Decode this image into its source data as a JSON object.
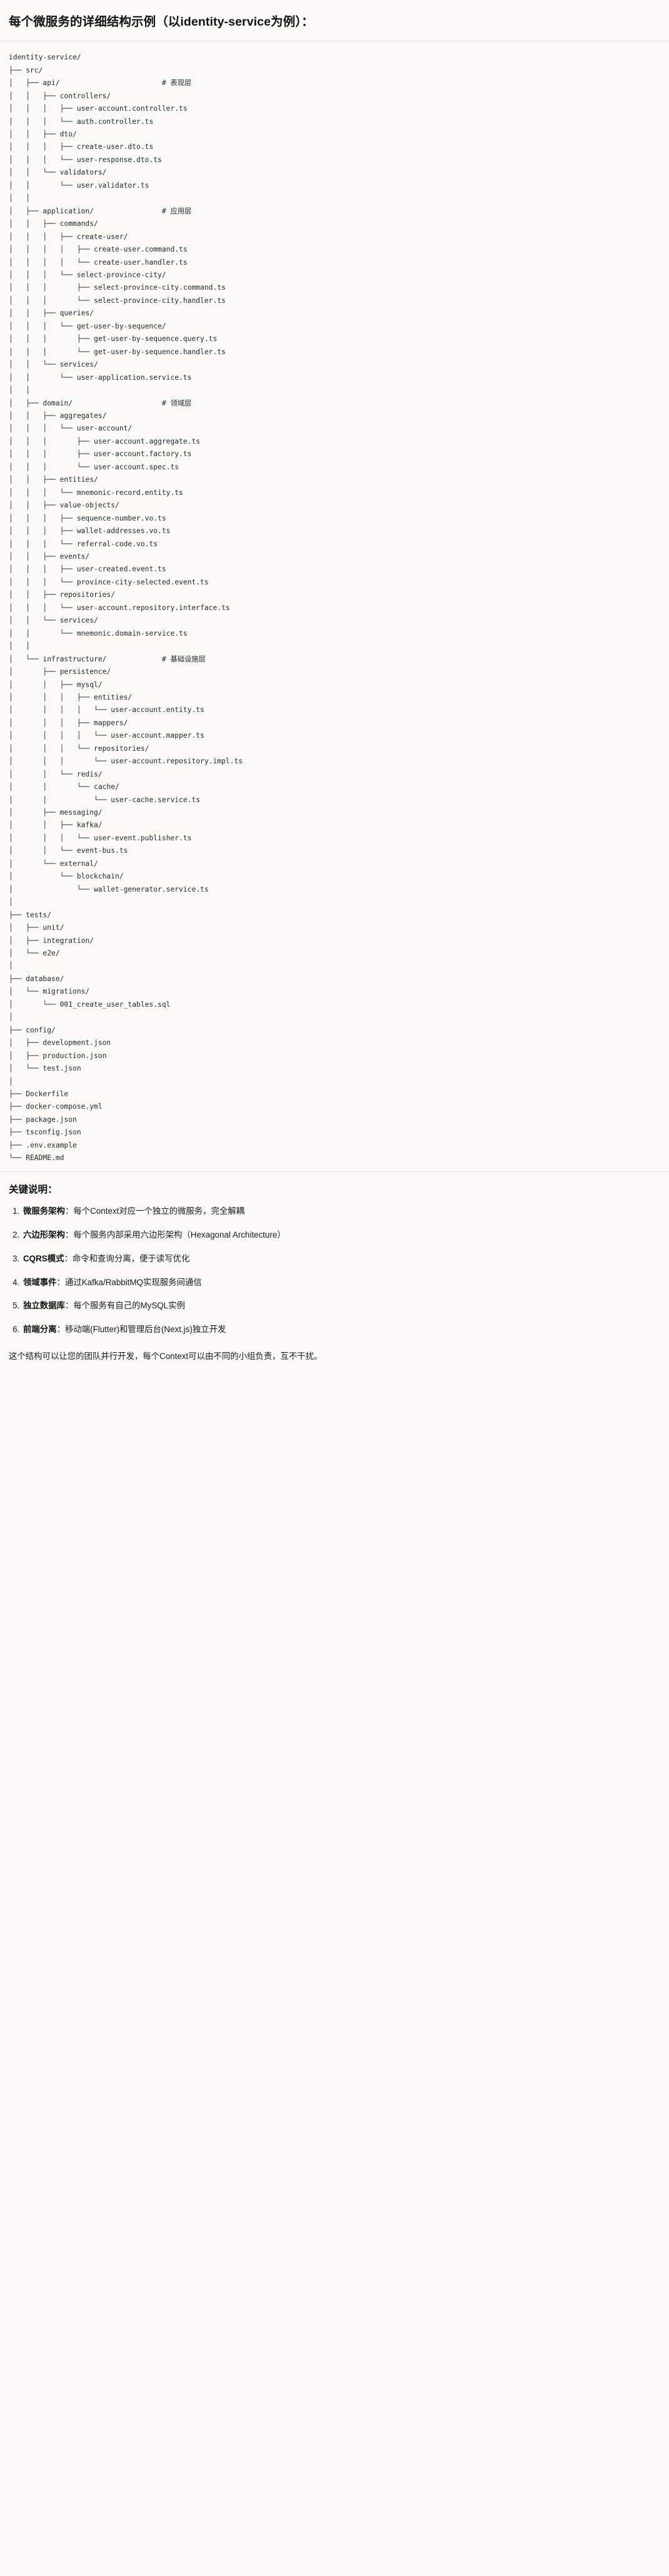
{
  "document": {
    "title": "每个微服务的详细结构示例（以identity-service为例）："
  },
  "tree": {
    "root_label": "identity-service/",
    "lines": [
      {
        "text": "identity-service/",
        "comment": ""
      },
      {
        "text": "├── src/",
        "comment": ""
      },
      {
        "text": "│   ├── api/",
        "comment": "# 表现层"
      },
      {
        "text": "│   │   ├── controllers/",
        "comment": ""
      },
      {
        "text": "│   │   │   ├── user-account.controller.ts",
        "comment": ""
      },
      {
        "text": "│   │   │   └── auth.controller.ts",
        "comment": ""
      },
      {
        "text": "│   │   ├── dto/",
        "comment": ""
      },
      {
        "text": "│   │   │   ├── create-user.dto.ts",
        "comment": ""
      },
      {
        "text": "│   │   │   └── user-response.dto.ts",
        "comment": ""
      },
      {
        "text": "│   │   └── validators/",
        "comment": ""
      },
      {
        "text": "│   │       └── user.validator.ts",
        "comment": ""
      },
      {
        "text": "│   │",
        "comment": ""
      },
      {
        "text": "│   ├── application/",
        "comment": "# 应用层"
      },
      {
        "text": "│   │   ├── commands/",
        "comment": ""
      },
      {
        "text": "│   │   │   ├── create-user/",
        "comment": ""
      },
      {
        "text": "│   │   │   │   ├── create-user.command.ts",
        "comment": ""
      },
      {
        "text": "│   │   │   │   └── create-user.handler.ts",
        "comment": ""
      },
      {
        "text": "│   │   │   └── select-province-city/",
        "comment": ""
      },
      {
        "text": "│   │   │       ├── select-province-city.command.ts",
        "comment": ""
      },
      {
        "text": "│   │   │       └── select-province-city.handler.ts",
        "comment": ""
      },
      {
        "text": "│   │   ├── queries/",
        "comment": ""
      },
      {
        "text": "│   │   │   └── get-user-by-sequence/",
        "comment": ""
      },
      {
        "text": "│   │   │       ├── get-user-by-sequence.query.ts",
        "comment": ""
      },
      {
        "text": "│   │   │       └── get-user-by-sequence.handler.ts",
        "comment": ""
      },
      {
        "text": "│   │   └── services/",
        "comment": ""
      },
      {
        "text": "│   │       └── user-application.service.ts",
        "comment": ""
      },
      {
        "text": "│   │",
        "comment": ""
      },
      {
        "text": "│   ├── domain/",
        "comment": "# 领域层"
      },
      {
        "text": "│   │   ├── aggregates/",
        "comment": ""
      },
      {
        "text": "│   │   │   └── user-account/",
        "comment": ""
      },
      {
        "text": "│   │   │       ├── user-account.aggregate.ts",
        "comment": ""
      },
      {
        "text": "│   │   │       ├── user-account.factory.ts",
        "comment": ""
      },
      {
        "text": "│   │   │       └── user-account.spec.ts",
        "comment": ""
      },
      {
        "text": "│   │   ├── entities/",
        "comment": ""
      },
      {
        "text": "│   │   │   └── mnemonic-record.entity.ts",
        "comment": ""
      },
      {
        "text": "│   │   ├── value-objects/",
        "comment": ""
      },
      {
        "text": "│   │   │   ├── sequence-number.vo.ts",
        "comment": ""
      },
      {
        "text": "│   │   │   ├── wallet-addresses.vo.ts",
        "comment": ""
      },
      {
        "text": "│   │   │   └── referral-code.vo.ts",
        "comment": ""
      },
      {
        "text": "│   │   ├── events/",
        "comment": ""
      },
      {
        "text": "│   │   │   ├── user-created.event.ts",
        "comment": ""
      },
      {
        "text": "│   │   │   └── province-city-selected.event.ts",
        "comment": ""
      },
      {
        "text": "│   │   ├── repositories/",
        "comment": ""
      },
      {
        "text": "│   │   │   └── user-account.repository.interface.ts",
        "comment": ""
      },
      {
        "text": "│   │   └── services/",
        "comment": ""
      },
      {
        "text": "│   │       └── mnemonic.domain-service.ts",
        "comment": ""
      },
      {
        "text": "│   │",
        "comment": ""
      },
      {
        "text": "│   └── infrastructure/",
        "comment": "# 基础设施层"
      },
      {
        "text": "│       ├── persistence/",
        "comment": ""
      },
      {
        "text": "│       │   ├── mysql/",
        "comment": ""
      },
      {
        "text": "│       │   │   ├── entities/",
        "comment": ""
      },
      {
        "text": "│       │   │   │   └── user-account.entity.ts",
        "comment": ""
      },
      {
        "text": "│       │   │   ├── mappers/",
        "comment": ""
      },
      {
        "text": "│       │   │   │   └── user-account.mapper.ts",
        "comment": ""
      },
      {
        "text": "│       │   │   └── repositories/",
        "comment": ""
      },
      {
        "text": "│       │   │       └── user-account.repository.impl.ts",
        "comment": ""
      },
      {
        "text": "│       │   └── redis/",
        "comment": ""
      },
      {
        "text": "│       │       └── cache/",
        "comment": ""
      },
      {
        "text": "│       │           └── user-cache.service.ts",
        "comment": ""
      },
      {
        "text": "│       ├── messaging/",
        "comment": ""
      },
      {
        "text": "│       │   ├── kafka/",
        "comment": ""
      },
      {
        "text": "│       │   │   └── user-event.publisher.ts",
        "comment": ""
      },
      {
        "text": "│       │   └── event-bus.ts",
        "comment": ""
      },
      {
        "text": "│       └── external/",
        "comment": ""
      },
      {
        "text": "│           └── blockchain/",
        "comment": ""
      },
      {
        "text": "│               └── wallet-generator.service.ts",
        "comment": ""
      },
      {
        "text": "│",
        "comment": ""
      },
      {
        "text": "├── tests/",
        "comment": ""
      },
      {
        "text": "│   ├── unit/",
        "comment": ""
      },
      {
        "text": "│   ├── integration/",
        "comment": ""
      },
      {
        "text": "│   └── e2e/",
        "comment": ""
      },
      {
        "text": "│",
        "comment": ""
      },
      {
        "text": "├── database/",
        "comment": ""
      },
      {
        "text": "│   └── migrations/",
        "comment": ""
      },
      {
        "text": "│       └── 001_create_user_tables.sql",
        "comment": ""
      },
      {
        "text": "│",
        "comment": ""
      },
      {
        "text": "├── config/",
        "comment": ""
      },
      {
        "text": "│   ├── development.json",
        "comment": ""
      },
      {
        "text": "│   ├── production.json",
        "comment": ""
      },
      {
        "text": "│   └── test.json",
        "comment": ""
      },
      {
        "text": "│",
        "comment": ""
      },
      {
        "text": "├── Dockerfile",
        "comment": ""
      },
      {
        "text": "├── docker-compose.yml",
        "comment": ""
      },
      {
        "text": "├── package.json",
        "comment": ""
      },
      {
        "text": "├── tsconfig.json",
        "comment": ""
      },
      {
        "text": "├── .env.example",
        "comment": ""
      },
      {
        "text": "└── README.md",
        "comment": ""
      }
    ],
    "comment_column": 36
  },
  "notes": {
    "heading": "关键说明：",
    "items": [
      {
        "term": "微服务架构",
        "separator": "：",
        "desc": "每个Context对应一个独立的微服务，完全解耦"
      },
      {
        "term": "六边形架构",
        "separator": "：",
        "desc": "每个服务内部采用六边形架构（Hexagonal Architecture）"
      },
      {
        "term": "CQRS模式",
        "separator": "：",
        "desc": "命令和查询分离，便于读写优化"
      },
      {
        "term": "领域事件",
        "separator": "：",
        "desc": "通过Kafka/RabbitMQ实现服务间通信"
      },
      {
        "term": "独立数据库",
        "separator": "：",
        "desc": "每个服务有自己的MySQL实例"
      },
      {
        "term": "前端分离",
        "separator": "：",
        "desc": "移动端(Flutter)和管理后台(Next.js)独立开发"
      }
    ],
    "closing": "这个结构可以让您的团队并行开发，每个Context可以由不同的小组负责，互不干扰。"
  },
  "colors": {
    "page_background": "#faf9f6",
    "text": "#1a1a1a",
    "code_text": "#24292e",
    "divider": "#e3e1dc"
  }
}
